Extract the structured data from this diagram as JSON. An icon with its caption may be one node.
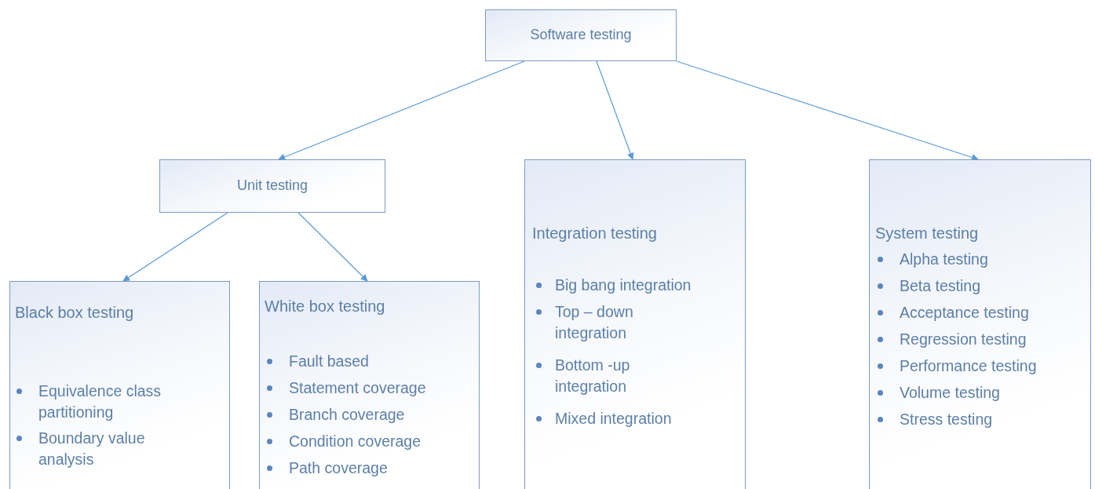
{
  "diagram": {
    "nodes": [
      {
        "text": [
          "Software testing"
        ]
      },
      {
        "text": [
          "Unit testing"
        ]
      },
      {
        "text": [
          "Integration testing",
          "Big bang integration",
          "Top – down integration",
          "Bottom -up integration",
          "Mixed integration"
        ]
      },
      {
        "text": [
          "System testing",
          "Alpha testing",
          "Beta testing",
          "Acceptance testing",
          "Regression testing",
          "Performance testing",
          "Volume testing",
          "Stress testing"
        ]
      },
      {
        "text": [
          "Black box testing",
          "Equivalence class partitioning",
          "Boundary value analysis"
        ]
      },
      {
        "text": [
          "White box testing",
          "Fault based",
          "Statement coverage",
          "Branch coverage",
          "Condition coverage",
          "Path coverage"
        ]
      }
    ],
    "edges": [
      {
        "from": 0,
        "to": 1,
        "arrow": "to"
      },
      {
        "from": 0,
        "to": 2,
        "arrow": "to"
      },
      {
        "from": 0,
        "to": 3,
        "arrow": "to"
      },
      {
        "from": 1,
        "to": 4,
        "arrow": "to"
      },
      {
        "from": 1,
        "to": 5,
        "arrow": "to"
      }
    ]
  }
}
